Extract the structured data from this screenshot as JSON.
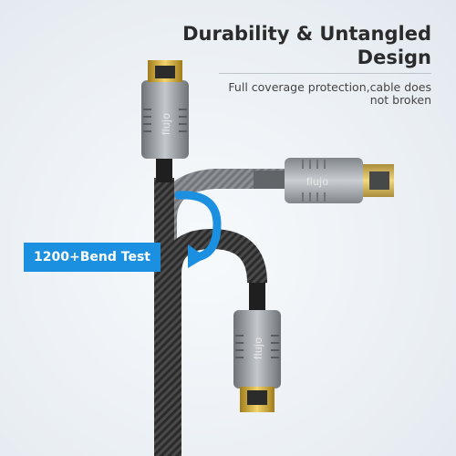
{
  "headline": {
    "line1": "Durability & Untangled",
    "line2": "Design"
  },
  "subline": {
    "line1": "Full coverage protection,cable does",
    "line2": "not broken"
  },
  "badge": {
    "label": "1200+Bend Test"
  },
  "brand": {
    "text": "flujo"
  },
  "colors": {
    "accent": "#1b8fe0",
    "gold": "#d9b43a",
    "housing": "#9aa0a6",
    "braid": "#2a2a2a"
  },
  "icons": {
    "bend_arrow": "curved-arrow-icon"
  }
}
